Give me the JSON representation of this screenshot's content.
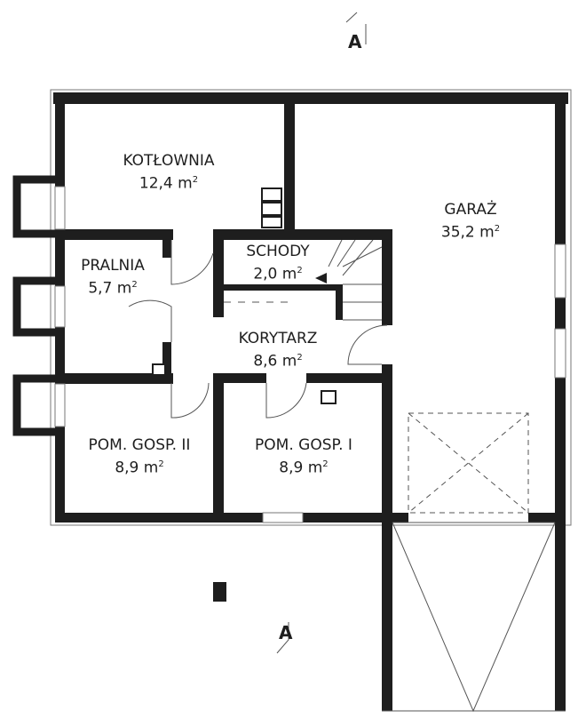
{
  "section_marker": "A",
  "rooms": [
    {
      "name": "KOTŁOWNIA",
      "area": "12,4 m",
      "unit_exp": "2"
    },
    {
      "name": "GARAŻ",
      "area": "35,2 m",
      "unit_exp": "2"
    },
    {
      "name": "PRALNIA",
      "area": "5,7 m",
      "unit_exp": "2"
    },
    {
      "name": "SCHODY",
      "area": "2,0 m",
      "unit_exp": "2"
    },
    {
      "name": "KORYTARZ",
      "area": "8,6 m",
      "unit_exp": "2"
    },
    {
      "name": "POM. GOSP. II",
      "area": "8,9 m",
      "unit_exp": "2"
    },
    {
      "name": "POM. GOSP. I",
      "area": "8,9 m",
      "unit_exp": "2"
    }
  ],
  "colors": {
    "wall": "#1e1e1e",
    "line": "#555555"
  }
}
